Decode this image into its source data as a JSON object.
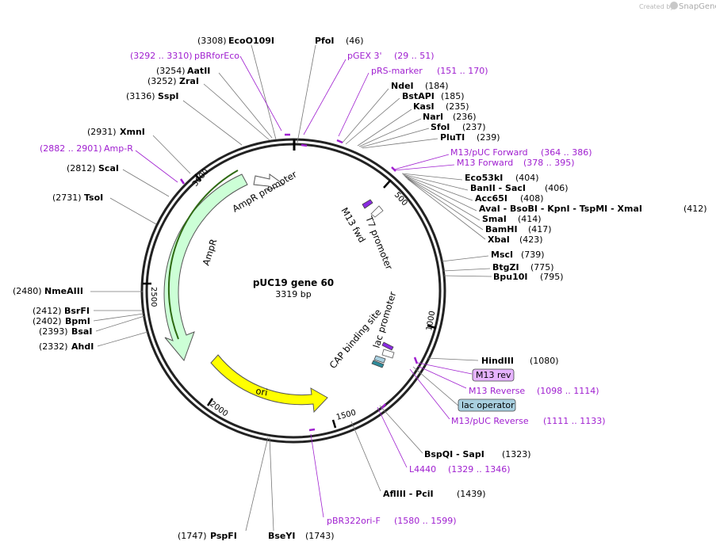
{
  "credit": {
    "prefix": "Created by",
    "brand": "SnapGene"
  },
  "plasmid": {
    "name": "pUC19 gene 60",
    "length": "3319 bp"
  },
  "ticks": [
    "500",
    "1000",
    "1500",
    "2000",
    "2500",
    "3000"
  ],
  "features": {
    "ampr": "AmpR",
    "ampr_promoter": "AmpR promoter",
    "ori": "ori",
    "t7_promoter": "T7 promoter",
    "m13_fwd": "M13 fwd",
    "lac_promoter": "lac promoter",
    "cap_site": "CAP binding site"
  },
  "boxed": {
    "m13rev": "M13 rev",
    "lacop": "lac operator"
  },
  "sites": [
    {
      "id": "ecoo109i",
      "pos": "(3308)",
      "name": "EcoO109I"
    },
    {
      "id": "pfoi",
      "pos": "(46)",
      "name": "PfoI"
    },
    {
      "id": "aatii",
      "pos": "(3254)",
      "name": "AatII"
    },
    {
      "id": "zrai",
      "pos": "(3252)",
      "name": "ZraI"
    },
    {
      "id": "sspi",
      "pos": "(3136)",
      "name": "SspI"
    },
    {
      "id": "ndei",
      "pos": "(184)",
      "name": "NdeI"
    },
    {
      "id": "bstapi",
      "pos": "(185)",
      "name": "BstAPI"
    },
    {
      "id": "kasi",
      "pos": "(235)",
      "name": "KasI"
    },
    {
      "id": "nari",
      "pos": "(236)",
      "name": "NarI"
    },
    {
      "id": "sfoi",
      "pos": "(237)",
      "name": "SfoI"
    },
    {
      "id": "pluti",
      "pos": "(239)",
      "name": "PluTI"
    },
    {
      "id": "xmni",
      "pos": "(2931)",
      "name": "XmnI"
    },
    {
      "id": "scai",
      "pos": "(2812)",
      "name": "ScaI"
    },
    {
      "id": "tsoi",
      "pos": "(2731)",
      "name": "TsoI"
    },
    {
      "id": "eco53ki",
      "pos": "(404)",
      "name": "Eco53kI"
    },
    {
      "id": "banii",
      "pos": "(406)",
      "name": "BanII  - SacI"
    },
    {
      "id": "acc65i",
      "pos": "(408)",
      "name": "Acc65I"
    },
    {
      "id": "avai",
      "pos": "(412)",
      "name": "AvaI  - BsoBI  - KpnI  - TspMI   - XmaI"
    },
    {
      "id": "smai",
      "pos": "(414)",
      "name": "SmaI"
    },
    {
      "id": "bamhi",
      "pos": "(417)",
      "name": "BamHI"
    },
    {
      "id": "xbai",
      "pos": "(423)",
      "name": "XbaI"
    },
    {
      "id": "msci",
      "pos": "(739)",
      "name": "MscI"
    },
    {
      "id": "btgzi",
      "pos": "(775)",
      "name": "BtgZI"
    },
    {
      "id": "bpu10i",
      "pos": "(795)",
      "name": "Bpu10I"
    },
    {
      "id": "nmeaiii",
      "pos": "(2480)",
      "name": "NmeAIII"
    },
    {
      "id": "bsrfi",
      "pos": "(2412)",
      "name": "BsrFI"
    },
    {
      "id": "bpmi",
      "pos": "(2402)",
      "name": "BpmI"
    },
    {
      "id": "bsai",
      "pos": "(2393)",
      "name": "BsaI"
    },
    {
      "id": "ahdi",
      "pos": "(2332)",
      "name": "AhdI"
    },
    {
      "id": "hindiii",
      "pos": "(1080)",
      "name": "HindIII"
    },
    {
      "id": "bspqi",
      "pos": "(1323)",
      "name": "BspQI  - SapI"
    },
    {
      "id": "afliii",
      "pos": "(1439)",
      "name": "AflIII  - PciI"
    },
    {
      "id": "pspfi",
      "pos": "(1747)",
      "name": "PspFI"
    },
    {
      "id": "bseyi",
      "pos": "(1743)",
      "name": "BseYI"
    }
  ],
  "primers": [
    {
      "id": "pbrforeco",
      "range": "(3292 .. 3310)",
      "name": "pBRforEco"
    },
    {
      "id": "pgex3",
      "name": "pGEX 3'",
      "range": "(29 .. 51)"
    },
    {
      "id": "prsmarker",
      "name": "pRS-marker",
      "range": "(151 .. 170)"
    },
    {
      "id": "m13pucfwd",
      "name": "M13/pUC Forward",
      "range": "(364 .. 386)"
    },
    {
      "id": "m13fwd",
      "name": "M13 Forward",
      "range": "(378 .. 395)"
    },
    {
      "id": "ampr_primer",
      "range": "(2882 .. 2901)",
      "name": "Amp-R"
    },
    {
      "id": "m13reverse",
      "name": "M13 Reverse",
      "range": "(1098 .. 1114)"
    },
    {
      "id": "m13pucrev",
      "name": "M13/pUC Reverse",
      "range": "(1111 .. 1133)"
    },
    {
      "id": "l4440",
      "name": "L4440",
      "range": "(1329 .. 1346)"
    },
    {
      "id": "pbr322ori",
      "name": "pBR322ori-F",
      "range": "(1580 .. 1599)"
    }
  ],
  "colors": {
    "primer": "#a020d0",
    "ampr_fill": "#ccffd6",
    "ori_fill": "#ffff00",
    "lacop_fill": "#a9d0e0",
    "m13rev_fill": "#e6b3ff",
    "cap_fill": "#2e8b9a"
  }
}
